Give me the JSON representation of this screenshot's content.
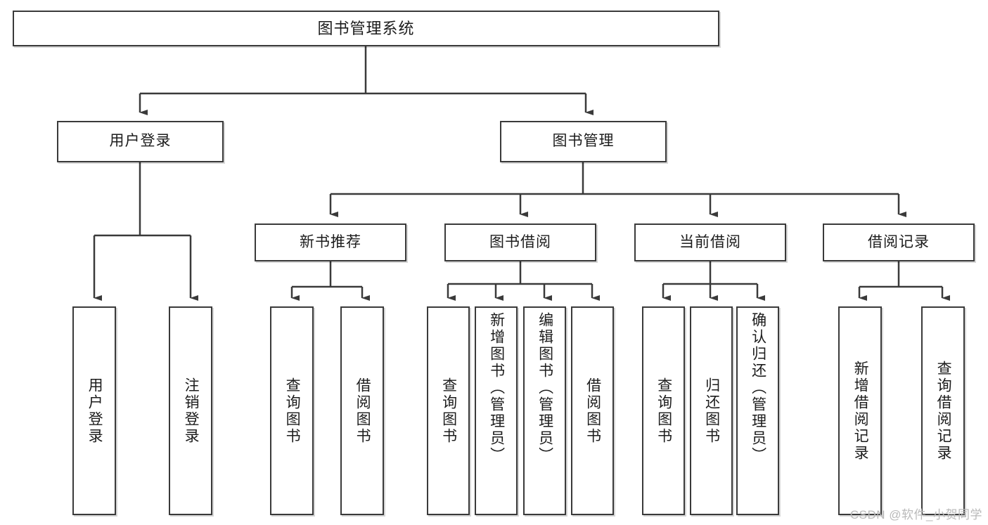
{
  "diagram": {
    "title": "图书管理系统",
    "watermark": "CSDN @软件_小贺同学",
    "colors": {
      "background": "#ffffff",
      "box_border": "#3a3a3a",
      "connector": "#3a3a3a",
      "text": "#1c1c1c",
      "watermark": "#b9b9b9"
    },
    "nodes": {
      "root": {
        "label": "图书管理系统"
      },
      "level2": [
        {
          "id": "user-login",
          "label": "用户登录"
        },
        {
          "id": "book-manage",
          "label": "图书管理"
        }
      ],
      "level3": [
        {
          "id": "new-book-recommend",
          "label": "新书推荐"
        },
        {
          "id": "book-borrow",
          "label": "图书借阅"
        },
        {
          "id": "current-borrow",
          "label": "当前借阅"
        },
        {
          "id": "borrow-record",
          "label": "借阅记录"
        }
      ],
      "leaves": {
        "user-login": [
          {
            "id": "leaf-user-login",
            "label": "用户登录"
          },
          {
            "id": "leaf-logout-login",
            "label": "注销登录"
          }
        ],
        "new-book-recommend": [
          {
            "id": "leaf-query-book-1",
            "label": "查询图书"
          },
          {
            "id": "leaf-borrow-book-1",
            "label": "借阅图书"
          }
        ],
        "book-borrow": [
          {
            "id": "leaf-query-book-2",
            "label": "查询图书"
          },
          {
            "id": "leaf-add-book-admin",
            "label": "新增图书（管理员）"
          },
          {
            "id": "leaf-edit-book-admin",
            "label": "编辑图书（管理员）"
          },
          {
            "id": "leaf-borrow-book-2",
            "label": "借阅图书"
          }
        ],
        "current-borrow": [
          {
            "id": "leaf-query-book-3",
            "label": "查询图书"
          },
          {
            "id": "leaf-return-book",
            "label": "归还图书"
          },
          {
            "id": "leaf-confirm-return-admin",
            "label": "确认归还（管理员）"
          }
        ],
        "borrow-record": [
          {
            "id": "leaf-add-borrow-record",
            "label": "新增借阅记录"
          },
          {
            "id": "leaf-query-borrow-record",
            "label": "查询借阅记录"
          }
        ]
      }
    }
  }
}
